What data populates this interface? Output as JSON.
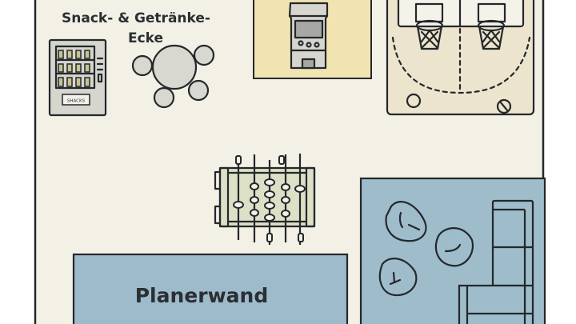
{
  "snack_area": {
    "title_line1": "Snack- & Getränke-",
    "title_line2": "Ecke",
    "vending_label": "SHACKS"
  },
  "planner_wall": {
    "label": "Planerwand"
  },
  "colors": {
    "floor": "#f3f0e6",
    "arcade_zone": "#f2e4b0",
    "court": "#ece4cd",
    "lounge": "#9fbccb",
    "planner": "#9ebbcc",
    "outline": "#23282b"
  }
}
